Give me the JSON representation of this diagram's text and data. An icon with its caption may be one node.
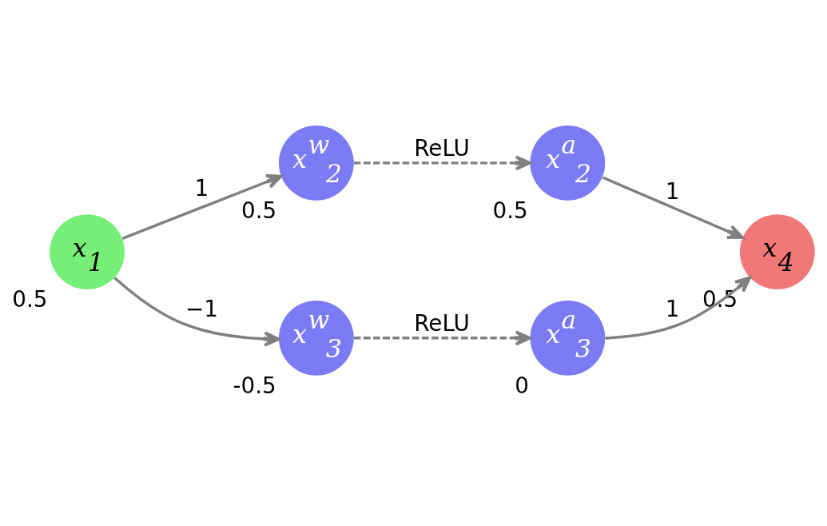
{
  "diagram": {
    "nodes": [
      {
        "text": [
          "x$_{1}$"
        ],
        "beside": [
          "0.5"
        ]
      },
      {
        "text": [
          "x$^{w}$$_{2}$"
        ],
        "beside": [
          "0.5"
        ]
      },
      {
        "text": [
          "x$^{w}$$_{3}$"
        ],
        "beside": [
          "-0.5"
        ]
      },
      {
        "text": [
          "x$^{a}$$_{2}$"
        ],
        "beside": [
          "0.5"
        ]
      },
      {
        "text": [
          "x$^{a}$$_{3}$"
        ],
        "beside": [
          "0"
        ]
      },
      {
        "text": [
          "x$_{4}$"
        ],
        "beside": [
          "0.5"
        ]
      }
    ],
    "edges": [
      {
        "from": 0,
        "to": 1,
        "arrow": "to",
        "label": "1"
      },
      {
        "from": 0,
        "to": 2,
        "arrow": "to",
        "label": "−1"
      },
      {
        "from": 1,
        "to": 3,
        "arrow": "to",
        "label": "ReLU",
        "style": "dashed"
      },
      {
        "from": 2,
        "to": 4,
        "arrow": "to",
        "label": "ReLU",
        "style": "dashed"
      },
      {
        "from": 3,
        "to": 5,
        "arrow": "to",
        "label": "1"
      },
      {
        "from": 4,
        "to": 5,
        "arrow": "to",
        "label": "1"
      }
    ]
  }
}
